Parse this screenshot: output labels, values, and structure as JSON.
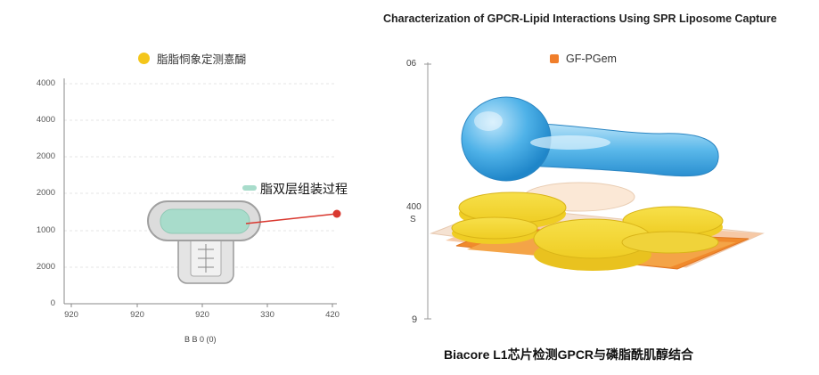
{
  "title": "Characterization of GPCR-Lipid Interactions Using SPR Liposome Capture",
  "caption": "Biacore L1芯片检测GPCR与磷脂酰肌醇结合",
  "left_panel": {
    "legend_text": "脂脂恫象定测憙醐",
    "legend_color": "#f4c61b",
    "y_ticks": [
      "4000",
      "4000",
      "2000",
      "2000",
      "1000",
      "2000",
      "0"
    ],
    "x_ticks": [
      "920",
      "920",
      "920",
      "330",
      "420"
    ],
    "x_label": "B B 0 (0)",
    "bilayer_label": "脂双层组装过程",
    "bilayer_color": "#a8dccb",
    "marker_color": "#d9382f"
  },
  "right_panel": {
    "legend_text": "GF-PGem",
    "legend_color": "#f07e2b",
    "y_ticks": [
      "06",
      "400",
      "S",
      "9"
    ]
  }
}
